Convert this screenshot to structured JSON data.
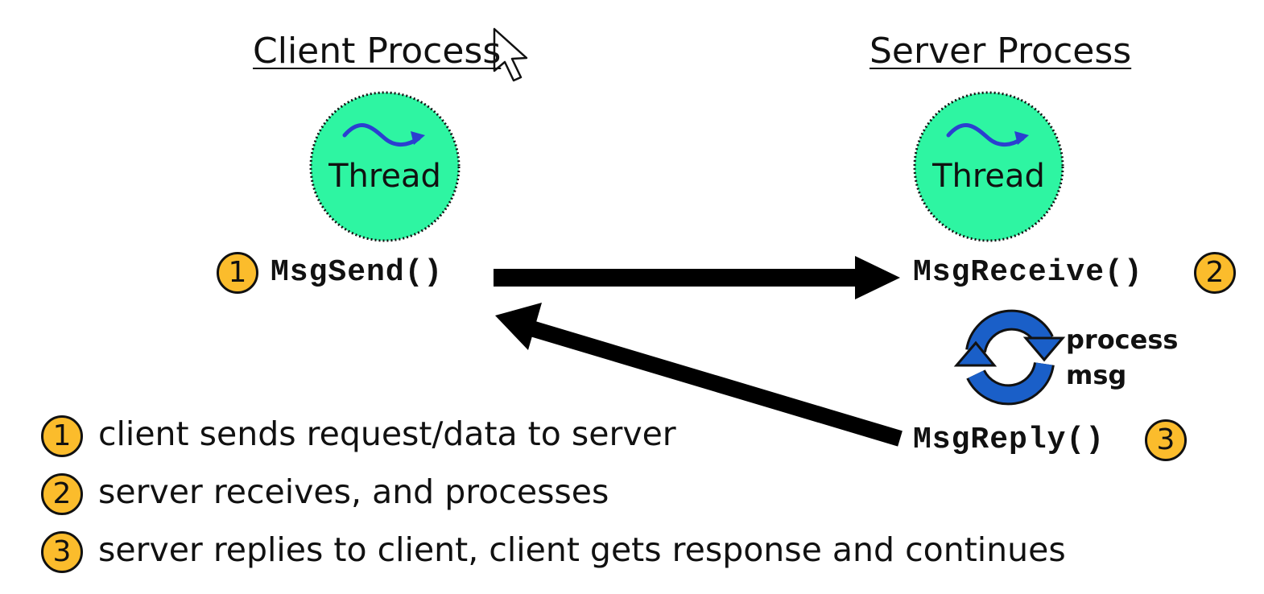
{
  "client": {
    "title": "Client Process",
    "thread_label": "Thread",
    "call": "MsgSend()",
    "step": "1"
  },
  "server": {
    "title": "Server Process",
    "thread_label": "Thread",
    "receive_call": "MsgReceive()",
    "receive_step": "2",
    "reply_call": "MsgReply()",
    "reply_step": "3",
    "process_label_line1": "process",
    "process_label_line2": "msg"
  },
  "legend": [
    {
      "num": "1",
      "text": "client sends request/data to server"
    },
    {
      "num": "2",
      "text": "server receives, and processes"
    },
    {
      "num": "3",
      "text": "server replies to client, client gets response and continues"
    }
  ],
  "colors": {
    "thread_fill": "#2ef5a2",
    "badge_fill": "#fbbc2c",
    "wave": "#2b3fd0",
    "cycle": "#1a5fc8"
  }
}
